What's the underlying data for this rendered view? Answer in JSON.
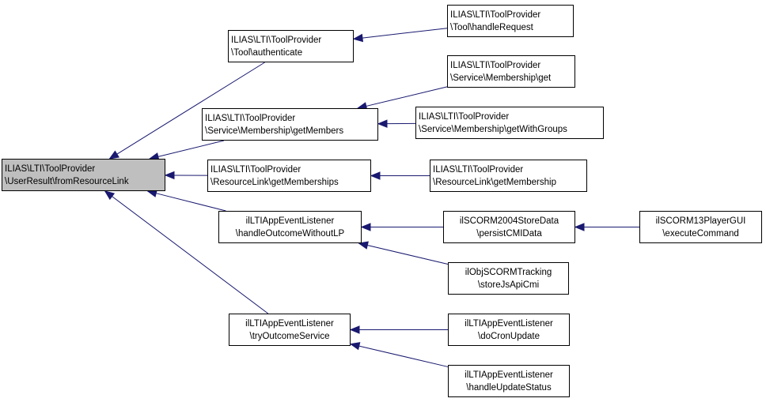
{
  "colors": {
    "edge": "#191970",
    "focus_fill": "#bfbfbf",
    "node_fill": "#ffffff",
    "border": "#000000"
  },
  "nodes": {
    "fromResourceLink": {
      "line1": "ILIAS\\LTI\\ToolProvider",
      "line2": "\\UserResult\\fromResourceLink"
    },
    "authenticate": {
      "line1": "ILIAS\\LTI\\ToolProvider",
      "line2": "\\Tool\\authenticate"
    },
    "handleRequest": {
      "line1": "ILIAS\\LTI\\ToolProvider",
      "line2": "\\Tool\\handleRequest"
    },
    "getMembers": {
      "line1": "ILIAS\\LTI\\ToolProvider",
      "line2": "\\Service\\Membership\\getMembers"
    },
    "membershipGet": {
      "line1": "ILIAS\\LTI\\ToolProvider",
      "line2": "\\Service\\Membership\\get"
    },
    "getWithGroups": {
      "line1": "ILIAS\\LTI\\ToolProvider",
      "line2": "\\Service\\Membership\\getWithGroups"
    },
    "getMemberships": {
      "line1": "ILIAS\\LTI\\ToolProvider",
      "line2": "\\ResourceLink\\getMemberships"
    },
    "getMembership": {
      "line1": "ILIAS\\LTI\\ToolProvider",
      "line2": "\\ResourceLink\\getMembership"
    },
    "handleOutcomeWithoutLP": {
      "line1": "ilLTIAppEventListener",
      "line2": "\\handleOutcomeWithoutLP"
    },
    "persistCMIData": {
      "line1": "ilSCORM2004StoreData",
      "line2": "\\persistCMIData"
    },
    "executeCommand": {
      "line1": "ilSCORM13PlayerGUI",
      "line2": "\\executeCommand"
    },
    "storeJsApiCmi": {
      "line1": "ilObjSCORMTracking",
      "line2": "\\storeJsApiCmi"
    },
    "tryOutcomeService": {
      "line1": "ilLTIAppEventListener",
      "line2": "\\tryOutcomeService"
    },
    "doCronUpdate": {
      "line1": "ilLTIAppEventListener",
      "line2": "\\doCronUpdate"
    },
    "handleUpdateStatus": {
      "line1": "ilLTIAppEventListener",
      "line2": "\\handleUpdateStatus"
    }
  },
  "edges": [
    [
      "authenticate",
      "fromResourceLink"
    ],
    [
      "getMembers",
      "fromResourceLink"
    ],
    [
      "getMemberships",
      "fromResourceLink"
    ],
    [
      "handleOutcomeWithoutLP",
      "fromResourceLink"
    ],
    [
      "tryOutcomeService",
      "fromResourceLink"
    ],
    [
      "handleRequest",
      "authenticate"
    ],
    [
      "membershipGet",
      "getMembers"
    ],
    [
      "getWithGroups",
      "getMembers"
    ],
    [
      "getMembership",
      "getMemberships"
    ],
    [
      "persistCMIData",
      "handleOutcomeWithoutLP"
    ],
    [
      "storeJsApiCmi",
      "handleOutcomeWithoutLP"
    ],
    [
      "executeCommand",
      "persistCMIData"
    ],
    [
      "doCronUpdate",
      "tryOutcomeService"
    ],
    [
      "handleUpdateStatus",
      "tryOutcomeService"
    ]
  ]
}
